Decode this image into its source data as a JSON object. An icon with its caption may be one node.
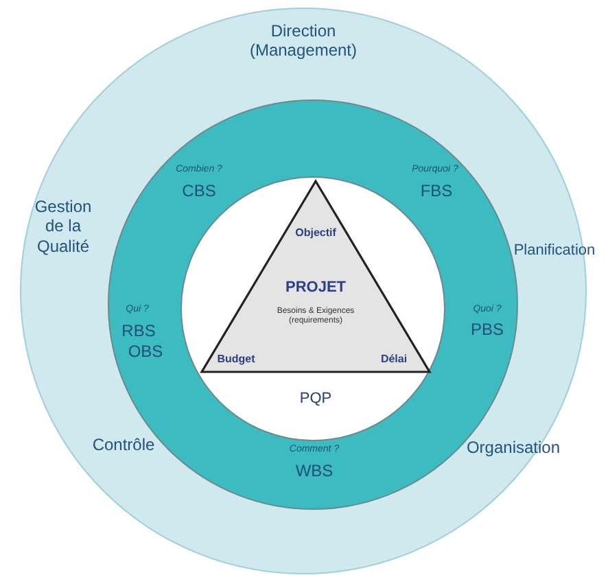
{
  "diagram": {
    "nodes": [
      {
        "text": [
          "Direction (Management)",
          "Gestion de la Qualité",
          "Planification",
          "Contrôle",
          "Organisation"
        ]
      },
      {
        "text": [
          "Combien ?",
          "CBS",
          "Pourquoi ?",
          "FBS",
          "Qui ?",
          "RBS",
          "OBS",
          "Quoi ?",
          "PBS",
          "Comment ?",
          "WBS"
        ],
        "in": 0
      },
      {
        "text": [
          "PQP"
        ],
        "in": 1
      },
      {
        "text": [
          "Objectif",
          "PROJET",
          "Besoins & Exigences (requirements)",
          "Budget",
          "Délai"
        ],
        "in": 2
      }
    ]
  }
}
